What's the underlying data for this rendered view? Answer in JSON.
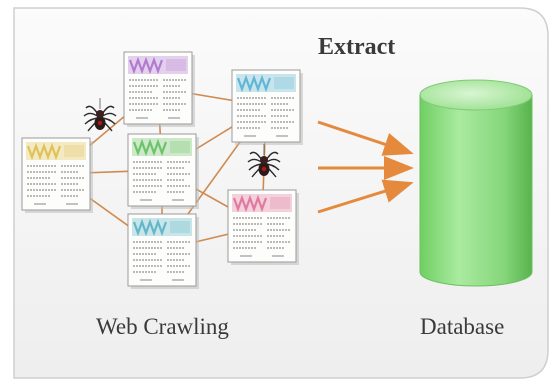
{
  "labels": {
    "extract": "Extract",
    "crawling": "Web Crawling",
    "database": "Database"
  },
  "colors": {
    "panel_fill": "#f6f6f6",
    "panel_border": "#c9c9c9",
    "link_line": "#d08a50",
    "arrow": "#e58a3c",
    "db_fill": "#8fd883",
    "db_top": "#b6ecac",
    "doc_accent_yellow": "#e0c25a",
    "doc_accent_purple": "#b27bd1",
    "doc_accent_blue": "#63b6d4",
    "doc_accent_green": "#6fc26c",
    "doc_accent_teal": "#63b7c8",
    "doc_accent_pink": "#e07aa0"
  },
  "diagram": {
    "nodes": [
      {
        "id": "page-1",
        "accent": "yellow"
      },
      {
        "id": "page-2",
        "accent": "purple"
      },
      {
        "id": "page-3",
        "accent": "blue"
      },
      {
        "id": "page-4",
        "accent": "green"
      },
      {
        "id": "page-5",
        "accent": "teal"
      },
      {
        "id": "page-6",
        "accent": "pink"
      }
    ],
    "links": [
      [
        "page-1",
        "page-2"
      ],
      [
        "page-1",
        "page-4"
      ],
      [
        "page-1",
        "page-5"
      ],
      [
        "page-2",
        "page-3"
      ],
      [
        "page-2",
        "page-4"
      ],
      [
        "page-4",
        "page-3"
      ],
      [
        "page-4",
        "page-6"
      ],
      [
        "page-4",
        "page-5"
      ],
      [
        "page-5",
        "page-6"
      ],
      [
        "page-3",
        "page-6"
      ],
      [
        "page-5",
        "page-3"
      ]
    ],
    "arrows_to_database": 3,
    "spiders": 2,
    "icons": [
      "spider-icon",
      "web-page-icon",
      "database-icon",
      "arrow-icon"
    ]
  }
}
